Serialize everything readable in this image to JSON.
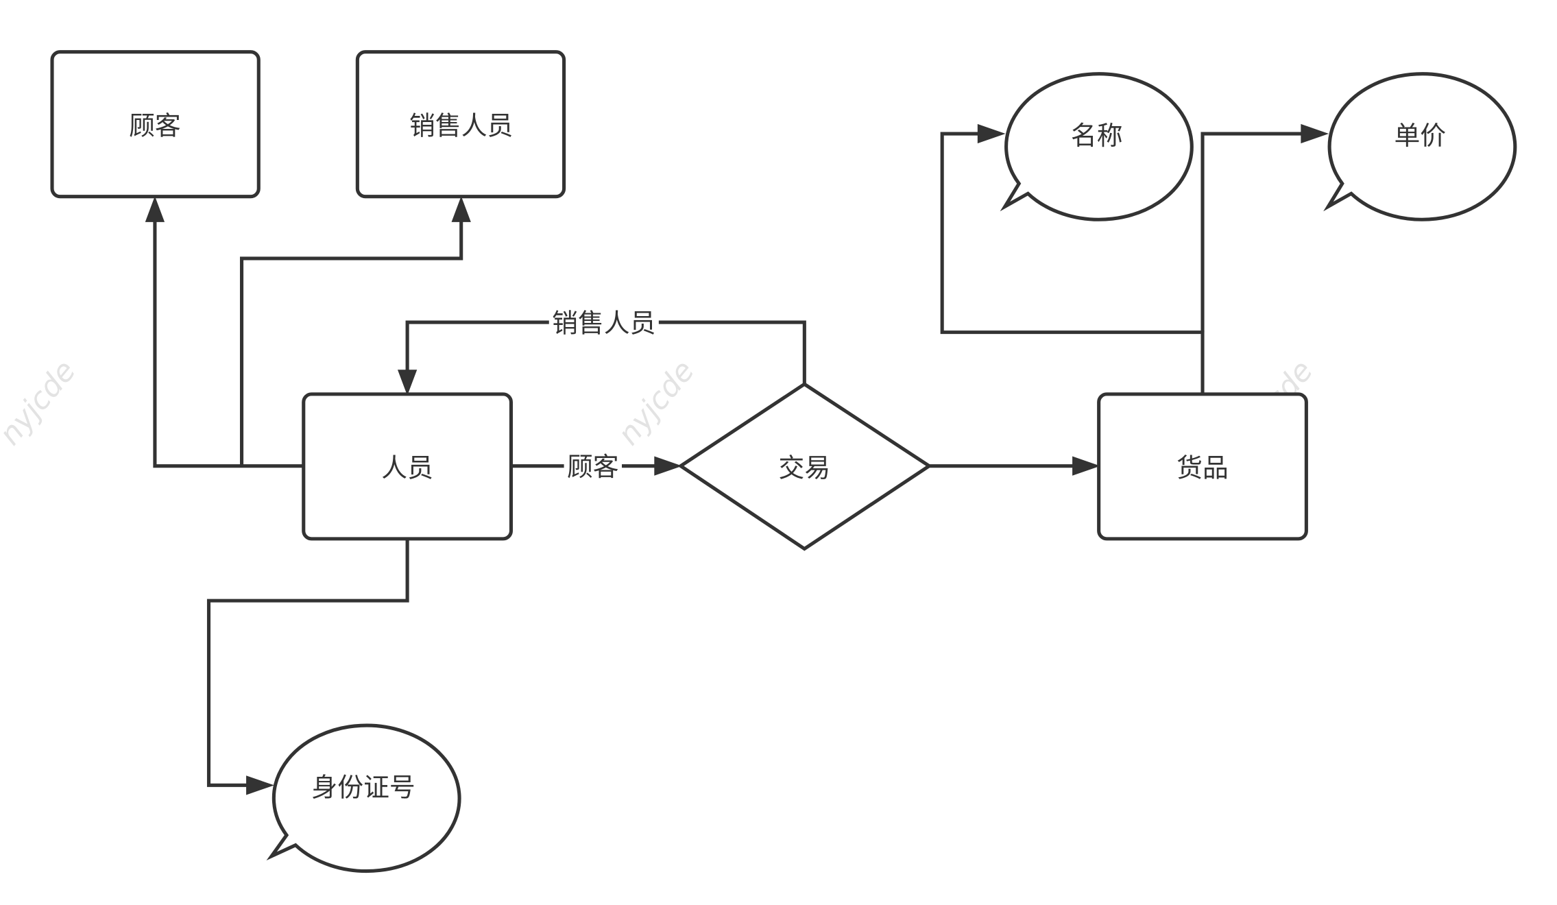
{
  "diagram": {
    "watermark": "nyjcde",
    "colors": {
      "stroke": "#333333",
      "fill": "#ffffff",
      "watermark": "#e3e3e3"
    },
    "nodes": {
      "customer": {
        "label": "顾客",
        "shape": "rounded-rectangle"
      },
      "salesperson": {
        "label": "销售人员",
        "shape": "rounded-rectangle"
      },
      "person": {
        "label": "人员",
        "shape": "rounded-rectangle"
      },
      "transaction": {
        "label": "交易",
        "shape": "diamond"
      },
      "goods": {
        "label": "货品",
        "shape": "rounded-rectangle"
      },
      "name": {
        "label": "名称",
        "shape": "speech-bubble"
      },
      "unit_price": {
        "label": "单价",
        "shape": "speech-bubble"
      },
      "id_number": {
        "label": "身份证号",
        "shape": "speech-bubble"
      }
    },
    "edges": [
      {
        "from": "person",
        "to": "customer",
        "label": ""
      },
      {
        "from": "person",
        "to": "salesperson",
        "label": ""
      },
      {
        "from": "person",
        "to": "transaction",
        "label": "顾客"
      },
      {
        "from": "transaction",
        "to": "person",
        "label": "销售人员"
      },
      {
        "from": "transaction",
        "to": "goods",
        "label": ""
      },
      {
        "from": "goods",
        "to": "name",
        "label": ""
      },
      {
        "from": "goods",
        "to": "unit_price",
        "label": ""
      },
      {
        "from": "person",
        "to": "id_number",
        "label": ""
      }
    ]
  }
}
